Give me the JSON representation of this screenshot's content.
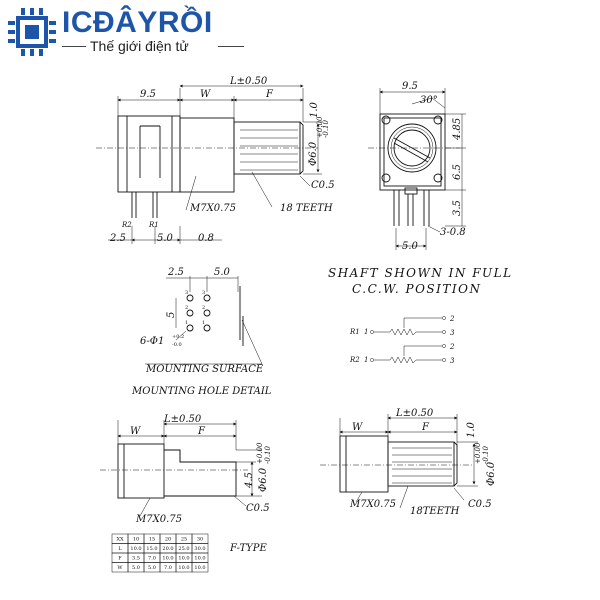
{
  "brand": {
    "prefix": "IC",
    "name": "ĐÂYRỒI",
    "tagline": "Thế giới điện tử",
    "accent": "#1d56a8"
  },
  "side_view": {
    "dim_total": "L±0.50",
    "dim_body": "9.5",
    "dim_w": "W",
    "dim_f": "F",
    "dim_tip": "1.0",
    "dim_dia": "Φ6.0",
    "dia_tol_top": "+0.00",
    "dia_tol_bot": "-0.10",
    "chamfer": "C0.5",
    "thread": "M7X0.75",
    "teeth": "18 TEETH",
    "pin_r2": "R2",
    "pin_r1": "R1",
    "dim_a": "2.5",
    "dim_b": "5.0",
    "dim_c": "0.8"
  },
  "front_view": {
    "dim_width": "9.5",
    "angle": "30°",
    "dim_top": "4.85",
    "dim_mid": "6.5",
    "dim_low": "3.5",
    "dim_pitch": "5.0",
    "dim_pin": "3-0.8"
  },
  "hole_detail": {
    "dim_a": "2.5",
    "dim_b": "5.0",
    "dim_v": "5",
    "pin_labels": [
      "3",
      "2",
      "1",
      "3",
      "2",
      "1"
    ],
    "hole_dia": "6-Φ1",
    "hole_tol_top": "+0.2",
    "hole_tol_bot": "-0.0",
    "surface": "MOUNTING SURFACE",
    "title": "MOUNTING HOLE DETAIL"
  },
  "shaft_note": {
    "line1": "SHAFT SHOWN IN FULL",
    "line2": "C.C.W. POSITION"
  },
  "schematic": {
    "r1": "R1",
    "r2": "R2",
    "p1": "1",
    "p2": "2",
    "p3": "3"
  },
  "f_type": {
    "dim_total": "L±0.50",
    "dim_w": "W",
    "dim_f": "F",
    "dim_flat": "4.5",
    "dim_dia": "Φ6.0",
    "dia_tol_top": "+0.00",
    "dia_tol_bot": "-0.10",
    "chamfer": "C0.5",
    "thread": "M7X0.75",
    "label": "F-TYPE"
  },
  "knurl_view": {
    "dim_total": "L±0.50",
    "dim_w": "W",
    "dim_f": "F",
    "dim_tip": "1.0",
    "dim_dia": "Φ6.0",
    "dia_tol_top": "+0.00",
    "dia_tol_bot": "-0.10",
    "thread": "M7X0.75",
    "teeth": "18TEETH",
    "chamfer": "C0.5"
  },
  "dim_table": {
    "header": [
      "XX",
      "10",
      "15",
      "20",
      "25",
      "30"
    ],
    "rows": [
      [
        "L",
        "10.0",
        "15.0",
        "20.0",
        "25.0",
        "30.0"
      ],
      [
        "F",
        "3.5",
        "7.0",
        "10.0",
        "10.0",
        "10.0"
      ],
      [
        "W",
        "5.0",
        "5.0",
        "7.0",
        "10.0",
        "10.0"
      ]
    ]
  }
}
